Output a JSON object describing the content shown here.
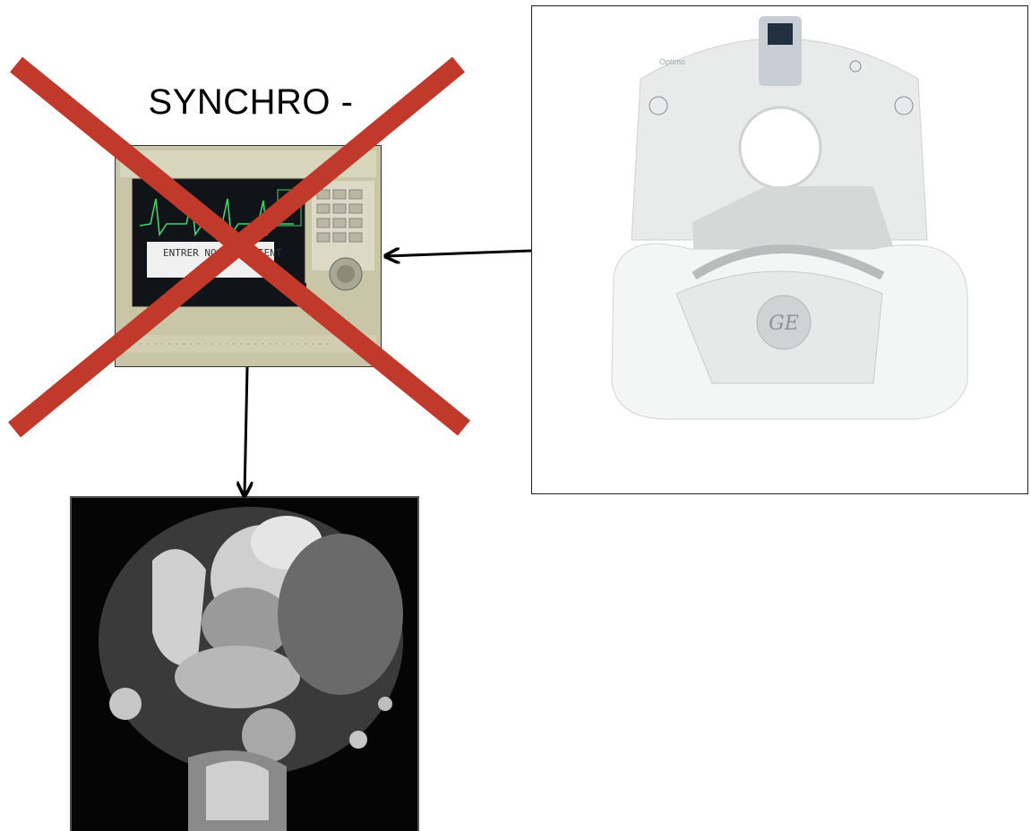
{
  "title": "SYNCHRO -",
  "monitor": {
    "screen_message": "ENTRER NO DU PATIENT"
  },
  "scanner": {
    "brand_label": "Optimo",
    "logo_text": "GE"
  },
  "colors": {
    "cross": "#c0392b",
    "arrow": "#000000",
    "background": "#ffffff"
  },
  "icons": [
    "red-cross-icon",
    "arrow-left-icon",
    "arrow-down-icon"
  ]
}
